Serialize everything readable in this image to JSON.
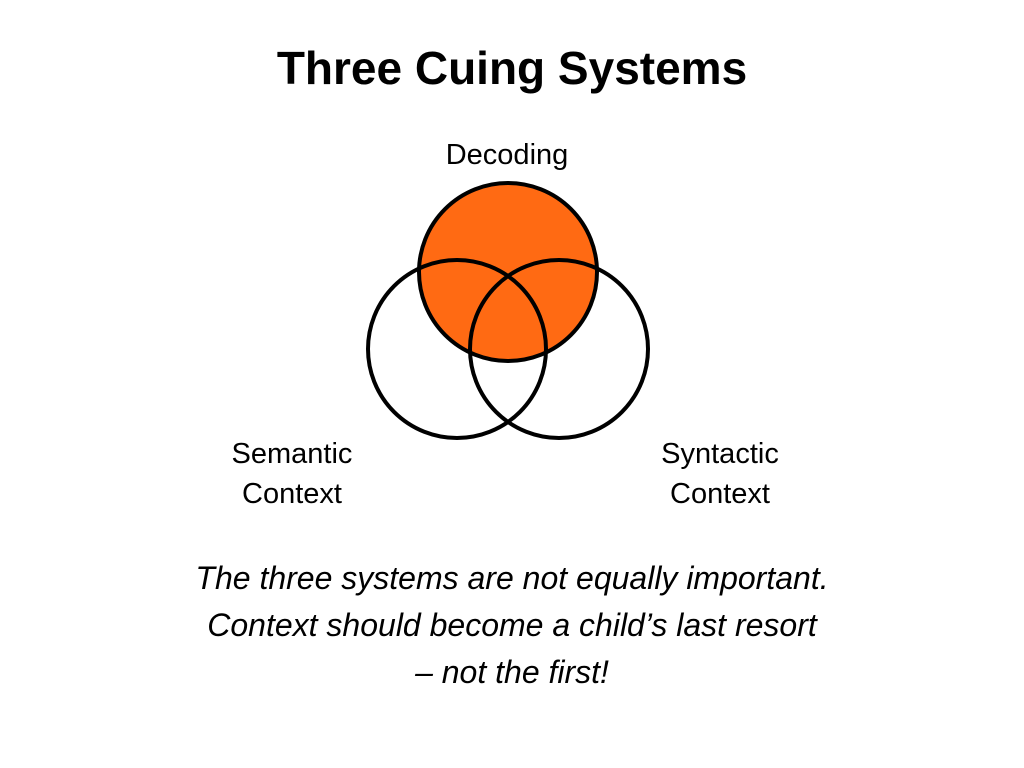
{
  "slide": {
    "title": "Three Cuing Systems",
    "labels": {
      "decoding": "Decoding",
      "semantic": [
        "Semantic",
        "Context"
      ],
      "syntactic": [
        "Syntactic",
        "Context"
      ]
    },
    "caption": [
      "The three systems are not equally important.",
      "Context should become a child’s last resort",
      "– not the first!"
    ]
  },
  "colors": {
    "highlight_fill": "#FF6A13",
    "stroke": "#000000",
    "background": "#FFFFFF"
  }
}
